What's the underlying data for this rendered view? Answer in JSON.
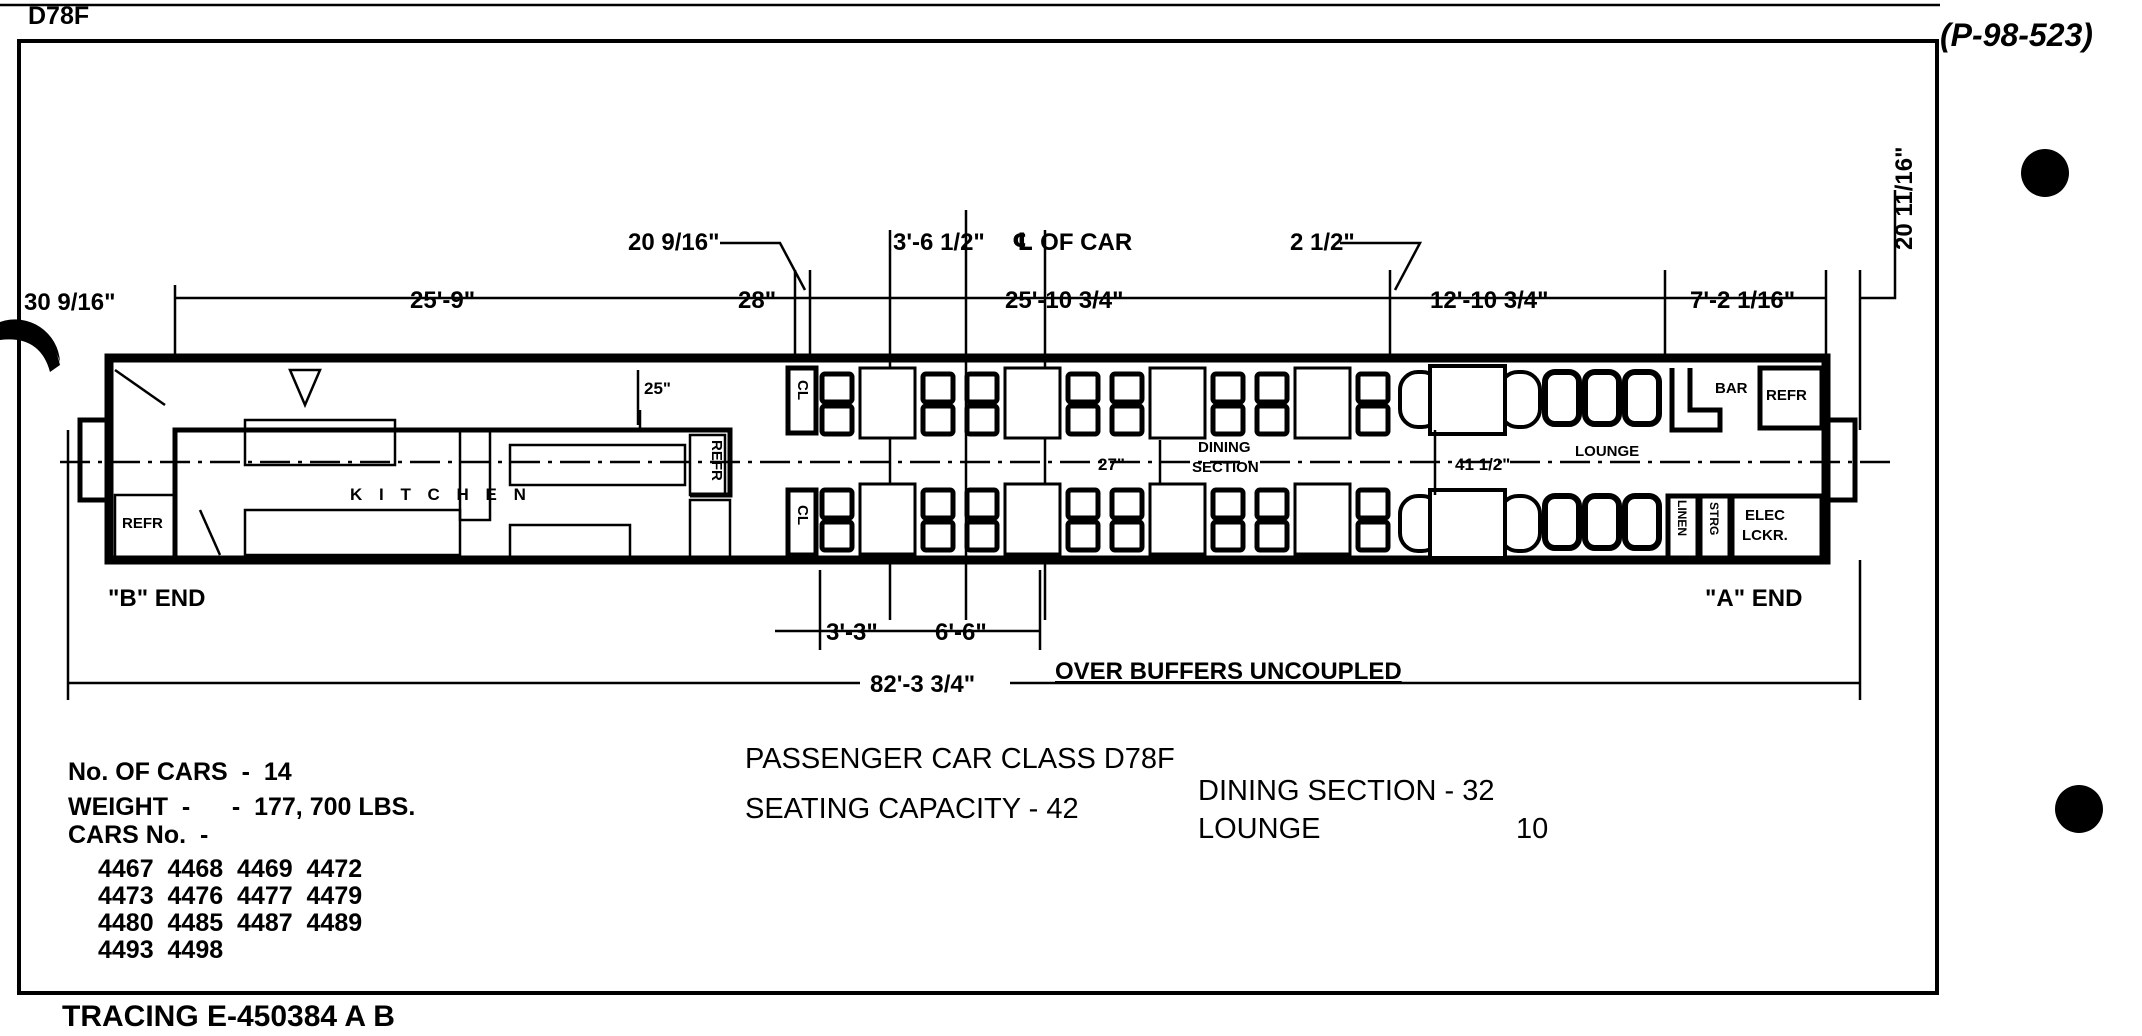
{
  "header": {
    "corner_label": "D78F",
    "reference": "(P-98-523)"
  },
  "dimensions": {
    "end_overhang": "30 9/16\"",
    "kitchen_length": "25'-9\"",
    "gap_28": "28\"",
    "offset_20": "20 9/16\"",
    "offset_3_6": "3'-6 1/2\"",
    "centerline": "℄ OF CAR",
    "dining_length": "25'-10 3/4\"",
    "offset_2": "2 1/2\"",
    "lounge_length": "12'-10 3/4\"",
    "bar_length": "7'-2 1/16\"",
    "vertical_20": "20 11/16\"",
    "aisle_25": "25\"",
    "aisle_27": "27\"",
    "aisle_41": "41 1/2\"",
    "bottom_3_3": "3'-3\"",
    "bottom_6_6": "6'-6\"",
    "overall_length": "82'-3 3/4\"",
    "overall_note": "OVER BUFFERS UNCOUPLED"
  },
  "rooms": {
    "kitchen": "K I T C H E N",
    "refr_b": "REFR",
    "refr_k": "REFR",
    "closet_top": "CL",
    "closet_bottom": "CL",
    "dining_1": "DINING",
    "dining_2": "SECTION",
    "lounge": "LOUNGE",
    "bar": "BAR",
    "refr_a": "REFR",
    "linen": "LINEN",
    "strg": "STRG",
    "elec_1": "ELEC",
    "elec_2": "LCKR."
  },
  "ends": {
    "b_end": "\"B\" END",
    "a_end": "\"A\" END"
  },
  "specs": {
    "cars_count": "No. OF CARS  -  14",
    "weight": "WEIGHT  -      -  177, 700 LBS.",
    "cars_no_label": "CARS No.  -",
    "car_numbers": [
      "4467  4468  4469  4472",
      "4473  4476  4477  4479",
      "4480  4485  4487  4489",
      "4493  4498"
    ],
    "class": "PASSENGER CAR CLASS D78F",
    "seating_capacity": "SEATING CAPACITY - 42",
    "dining_section": "DINING SECTION - 32",
    "lounge_label": "LOUNGE",
    "lounge_value": "10"
  },
  "footer": {
    "tracing": "TRACING E-450384 A B"
  }
}
